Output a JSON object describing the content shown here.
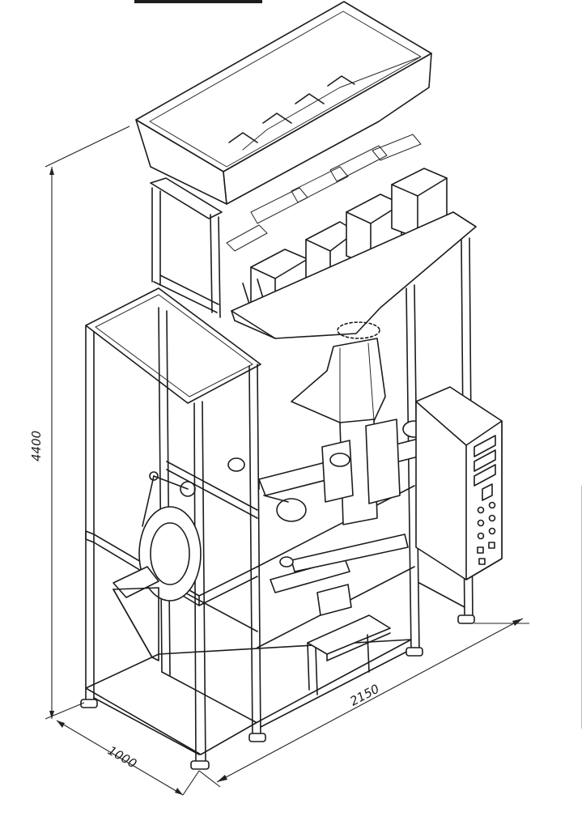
{
  "dimensions": {
    "height_label": "4400",
    "width_label": "2150",
    "depth_label": "1000"
  },
  "colors": {
    "ink": "#1c1c1c",
    "paper": "#ffffff"
  }
}
